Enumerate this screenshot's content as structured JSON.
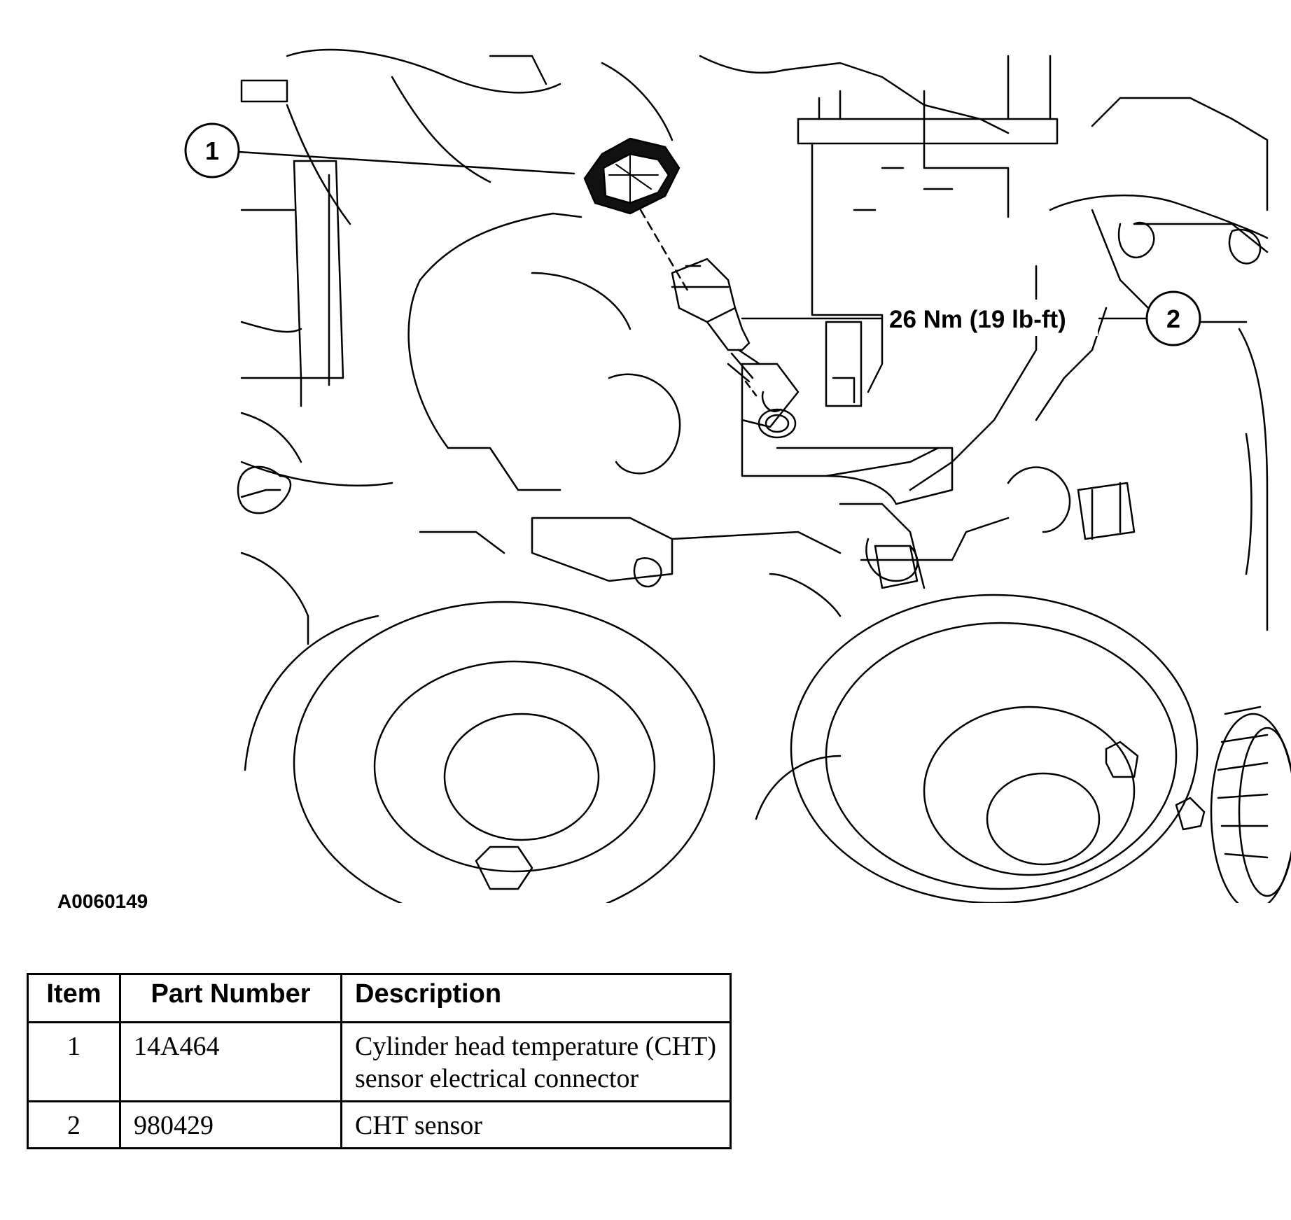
{
  "figure": {
    "id": "A0060149",
    "callouts": [
      {
        "number": "1"
      },
      {
        "number": "2",
        "torque_label": "26 Nm (19 lb-ft)"
      }
    ]
  },
  "table": {
    "headers": {
      "item": "Item",
      "part_number": "Part Number",
      "description": "Description"
    },
    "rows": [
      {
        "item": "1",
        "part_number": "14A464",
        "description": "Cylinder head temperature (CHT) sensor electrical connector"
      },
      {
        "item": "2",
        "part_number": "980429",
        "description": "CHT sensor"
      }
    ]
  }
}
